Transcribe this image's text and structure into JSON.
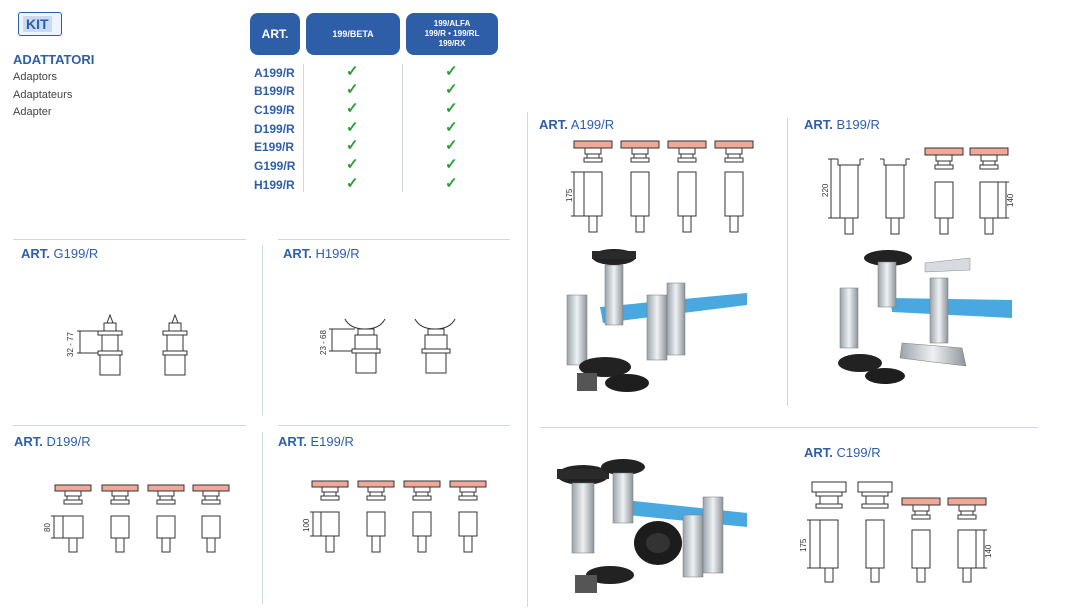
{
  "header": {
    "kit": "KIT",
    "title": "ADATTATORI",
    "subtitles": [
      "Adaptors",
      "Adaptateurs",
      "Adapter"
    ]
  },
  "table": {
    "col_art": "ART.",
    "col_beta": "199/BETA",
    "col_alfa": [
      "199/ALFA",
      "199/R • 199/RL",
      "199/RX"
    ],
    "rows": [
      "A199/R",
      "B199/R",
      "C199/R",
      "D199/R",
      "E199/R",
      "G199/R",
      "H199/R"
    ],
    "check": "✓"
  },
  "sections": {
    "art_prefix": "ART.",
    "a": {
      "code": "A199/R",
      "dim": "175"
    },
    "b": {
      "code": "B199/R",
      "dim1": "220",
      "dim2": "140"
    },
    "c": {
      "code": "C199/R",
      "dim1": "175",
      "dim2": "140"
    },
    "d": {
      "code": "D199/R",
      "dim": "80"
    },
    "e": {
      "code": "E199/R",
      "dim": "100"
    },
    "g": {
      "code": "G199/R",
      "dim": "32 - 77"
    },
    "h": {
      "code": "H199/R",
      "dim": "23 - 68"
    }
  },
  "colors": {
    "brand": "#2f5ea8",
    "check": "#2e9c3a",
    "pad": "#f0a898",
    "arm": "#4aa8e0"
  }
}
